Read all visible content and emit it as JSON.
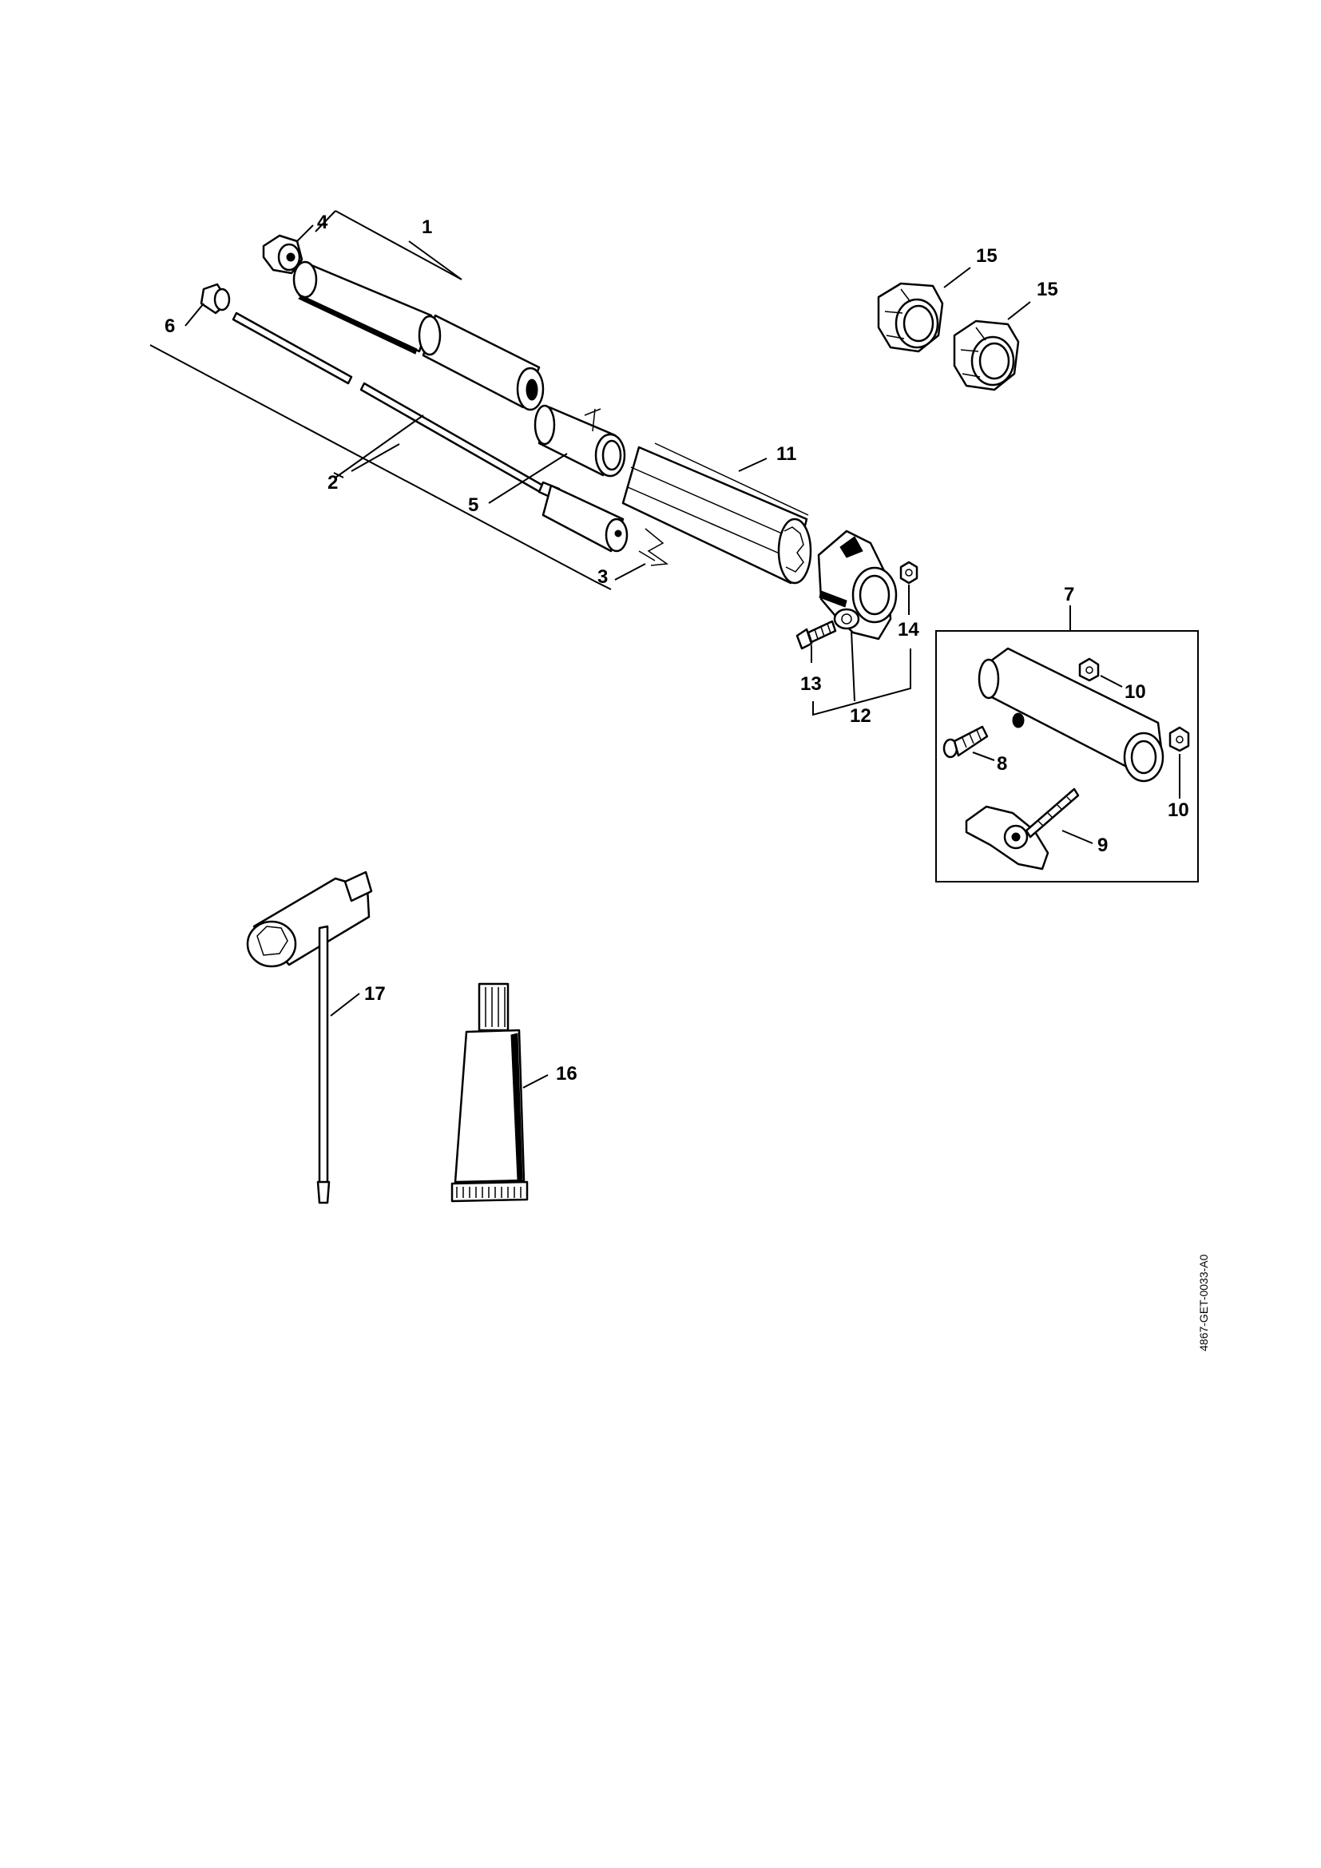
{
  "callouts": [
    {
      "id": "c1",
      "text": "1"
    },
    {
      "id": "c2",
      "text": "2"
    },
    {
      "id": "c3",
      "text": "3"
    },
    {
      "id": "c4",
      "text": "4"
    },
    {
      "id": "c5",
      "text": "5"
    },
    {
      "id": "c6",
      "text": "6"
    },
    {
      "id": "c7",
      "text": "7"
    },
    {
      "id": "c8",
      "text": "8"
    },
    {
      "id": "c9",
      "text": "9"
    },
    {
      "id": "c10a",
      "text": "10"
    },
    {
      "id": "c10b",
      "text": "10"
    },
    {
      "id": "c11",
      "text": "11"
    },
    {
      "id": "c12",
      "text": "12"
    },
    {
      "id": "c13",
      "text": "13"
    },
    {
      "id": "c14",
      "text": "14"
    },
    {
      "id": "c15a",
      "text": "15"
    },
    {
      "id": "c15b",
      "text": "15"
    },
    {
      "id": "c16",
      "text": "16"
    },
    {
      "id": "c17",
      "text": "17"
    }
  ],
  "drawing_reference": "4867-GET-0033-A0"
}
